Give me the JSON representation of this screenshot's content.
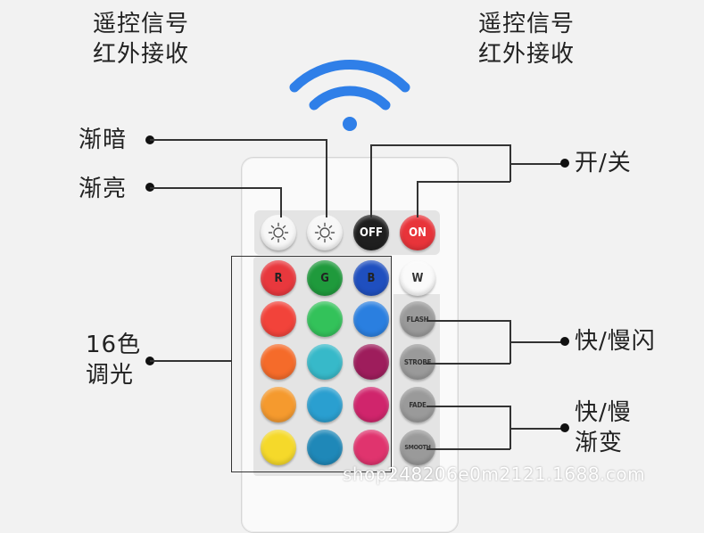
{
  "signal_left": {
    "line1": "遥控信号",
    "line2": "红外接收"
  },
  "signal_right": {
    "line1": "遥控信号",
    "line2": "红外接收"
  },
  "labels": {
    "dim": "渐暗",
    "bright": "渐亮",
    "color_line1": "16色",
    "color_line2": "调光",
    "onoff": "开/关",
    "flash_strobe": "快/慢闪",
    "fade_line1": "快/慢",
    "fade_line2": "渐变"
  },
  "buttons": {
    "off": "OFF",
    "on": "ON",
    "r": "R",
    "g": "G",
    "b": "B",
    "w": "W",
    "flash": "FLASH",
    "strobe": "STROBE",
    "fade": "FADE",
    "smooth": "SMOOTH"
  },
  "colors": {
    "wifi": "#2f7fe8",
    "grid": [
      [
        "#e8383d",
        "#1f9a3c",
        "#1f4fbf"
      ],
      [
        "#f2433a",
        "#33c25a",
        "#2a7fe0"
      ],
      [
        "#f56b2a",
        "#37b9c9",
        "#9e1d5c"
      ],
      [
        "#f59a2e",
        "#2a9fd0",
        "#d0256c"
      ],
      [
        "#f5d92a",
        "#1f88b8",
        "#e0346e"
      ]
    ]
  },
  "icons": {
    "dim": "sun-dim-icon",
    "bright": "sun-bright-icon",
    "signal": "wifi-signal-icon"
  },
  "watermark": "shop248206e0m2121.1688.com"
}
